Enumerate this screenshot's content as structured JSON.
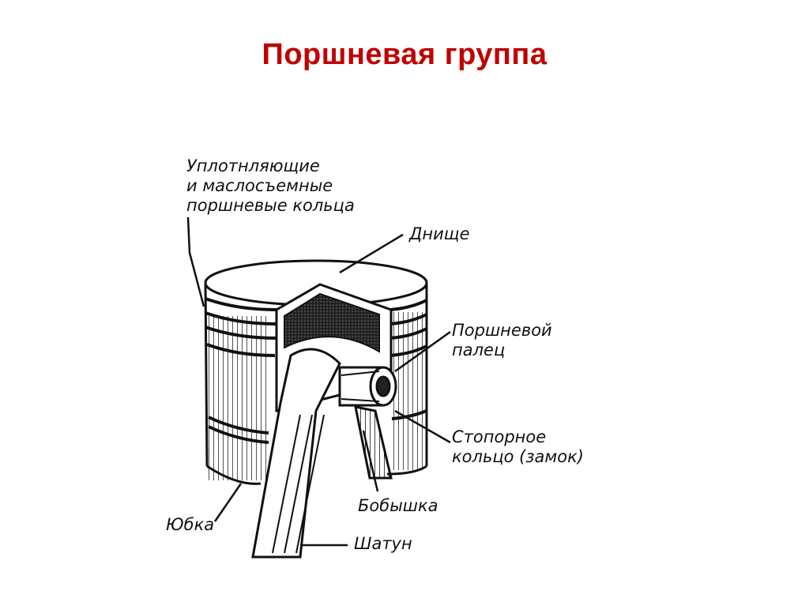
{
  "title": "Поршневая группа",
  "colors": {
    "title": "#c00000",
    "ink": "#111111"
  },
  "labels": {
    "rings_line1": "Уплотнляющие",
    "rings_line2": "и маслосъемные",
    "rings_line3": "поршневые кольца",
    "crown": "Днище",
    "pin_line1": "Поршневой",
    "pin_line2": "палец",
    "lock_line1": "Стопорное",
    "lock_line2": "кольцо (замок)",
    "boss": "Бобышка",
    "skirt": "Юбка",
    "rod": "Шатун"
  }
}
